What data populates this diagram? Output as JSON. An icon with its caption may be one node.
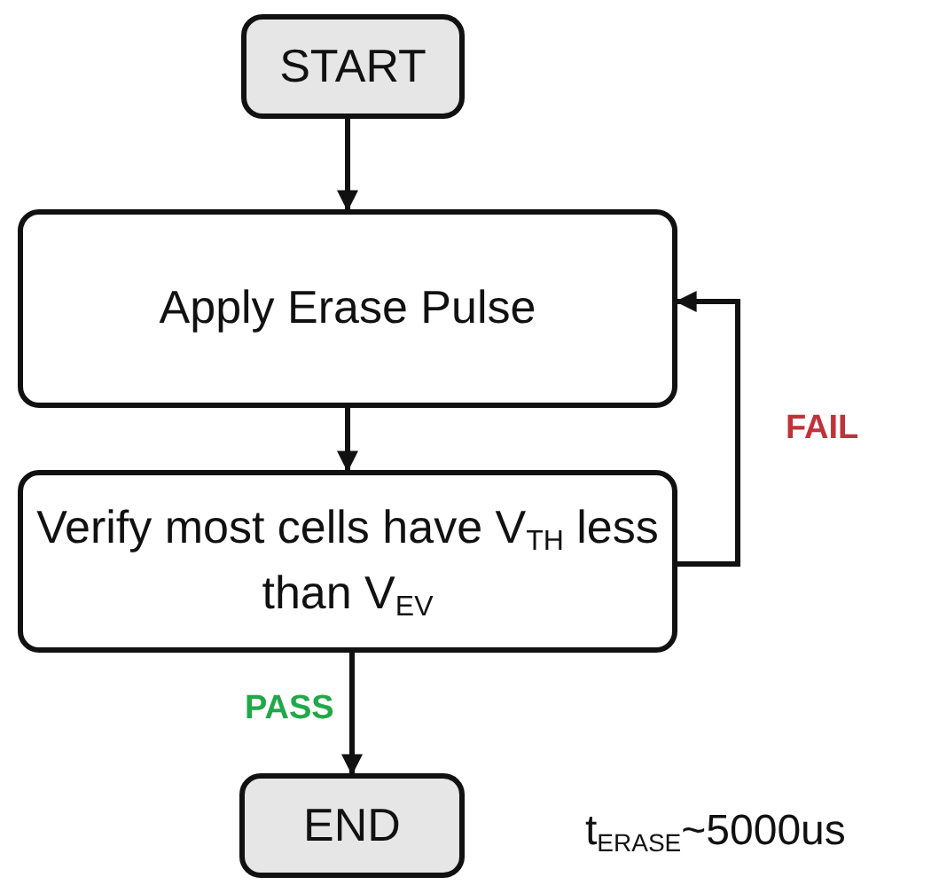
{
  "diagram": {
    "nodes": [
      {
        "text": [
          "START"
        ]
      },
      {
        "text": [
          "Apply Erase Pulse"
        ]
      },
      {
        "text": [
          "Verify most cells have V$_{TH}$ less than V$_{EV}$"
        ]
      },
      {
        "text": [
          "END"
        ]
      }
    ],
    "edges": [
      {
        "from": 0,
        "to": 1,
        "arrow": "to"
      },
      {
        "from": 1,
        "to": 2,
        "arrow": "to"
      },
      {
        "from": 2,
        "to": 3,
        "arrow": "to",
        "label": "PASS"
      },
      {
        "from": 2,
        "to": 1,
        "arrow": "to",
        "label": "FAIL"
      }
    ],
    "labels": [
      "t$_{ERASE}$~5000us"
    ]
  }
}
